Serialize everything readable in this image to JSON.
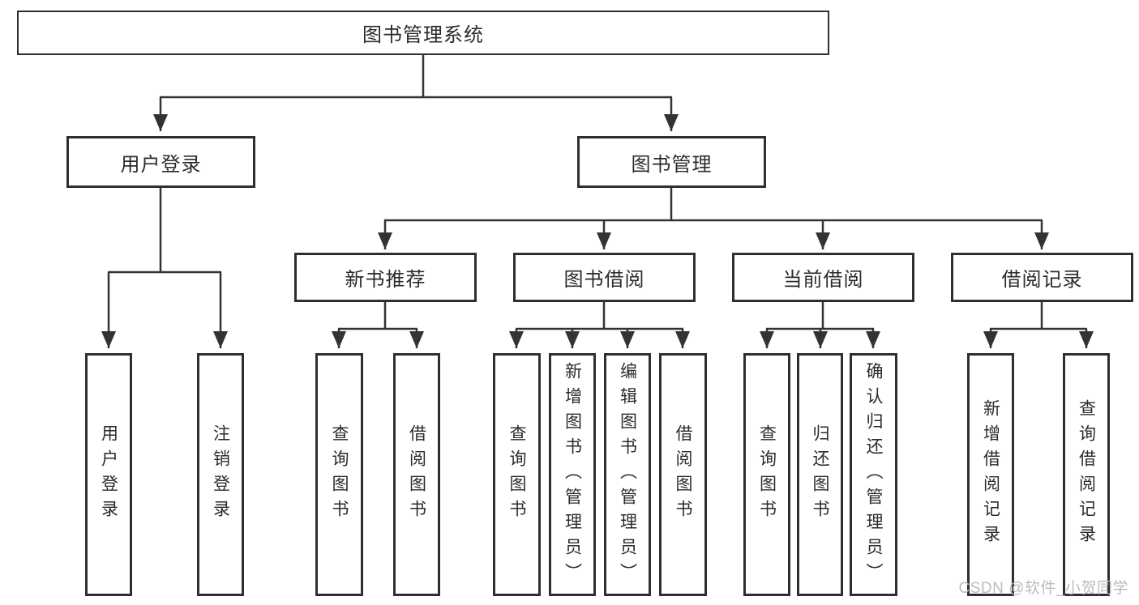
{
  "tree": {
    "root": {
      "label": "图书管理系统"
    },
    "level2": [
      {
        "label": "用户登录",
        "leaves": [
          {
            "label": "用户登录"
          },
          {
            "label": "注销登录"
          }
        ]
      },
      {
        "label": "图书管理",
        "modules": [
          {
            "label": "新书推荐",
            "leaves": [
              {
                "label": "查询图书"
              },
              {
                "label": "借阅图书"
              }
            ]
          },
          {
            "label": "图书借阅",
            "leaves": [
              {
                "label": "查询图书"
              },
              {
                "label": "新增图书（管理员）"
              },
              {
                "label": "编辑图书（管理员）"
              },
              {
                "label": "借阅图书"
              }
            ]
          },
          {
            "label": "当前借阅",
            "leaves": [
              {
                "label": "查询图书"
              },
              {
                "label": "归还图书"
              },
              {
                "label": "确认归还（管理员）"
              }
            ]
          },
          {
            "label": "借阅记录",
            "leaves": [
              {
                "label": "新增借阅记录"
              },
              {
                "label": "查询借阅记录"
              }
            ]
          }
        ]
      }
    ]
  },
  "watermark": {
    "text": "CSDN @软件_小贺同学"
  },
  "colors": {
    "line": "#333333",
    "box_border": "#2f2f2f",
    "text": "#2b2b2b",
    "watermark": "#bcbcc0",
    "background": "#ffffff"
  }
}
